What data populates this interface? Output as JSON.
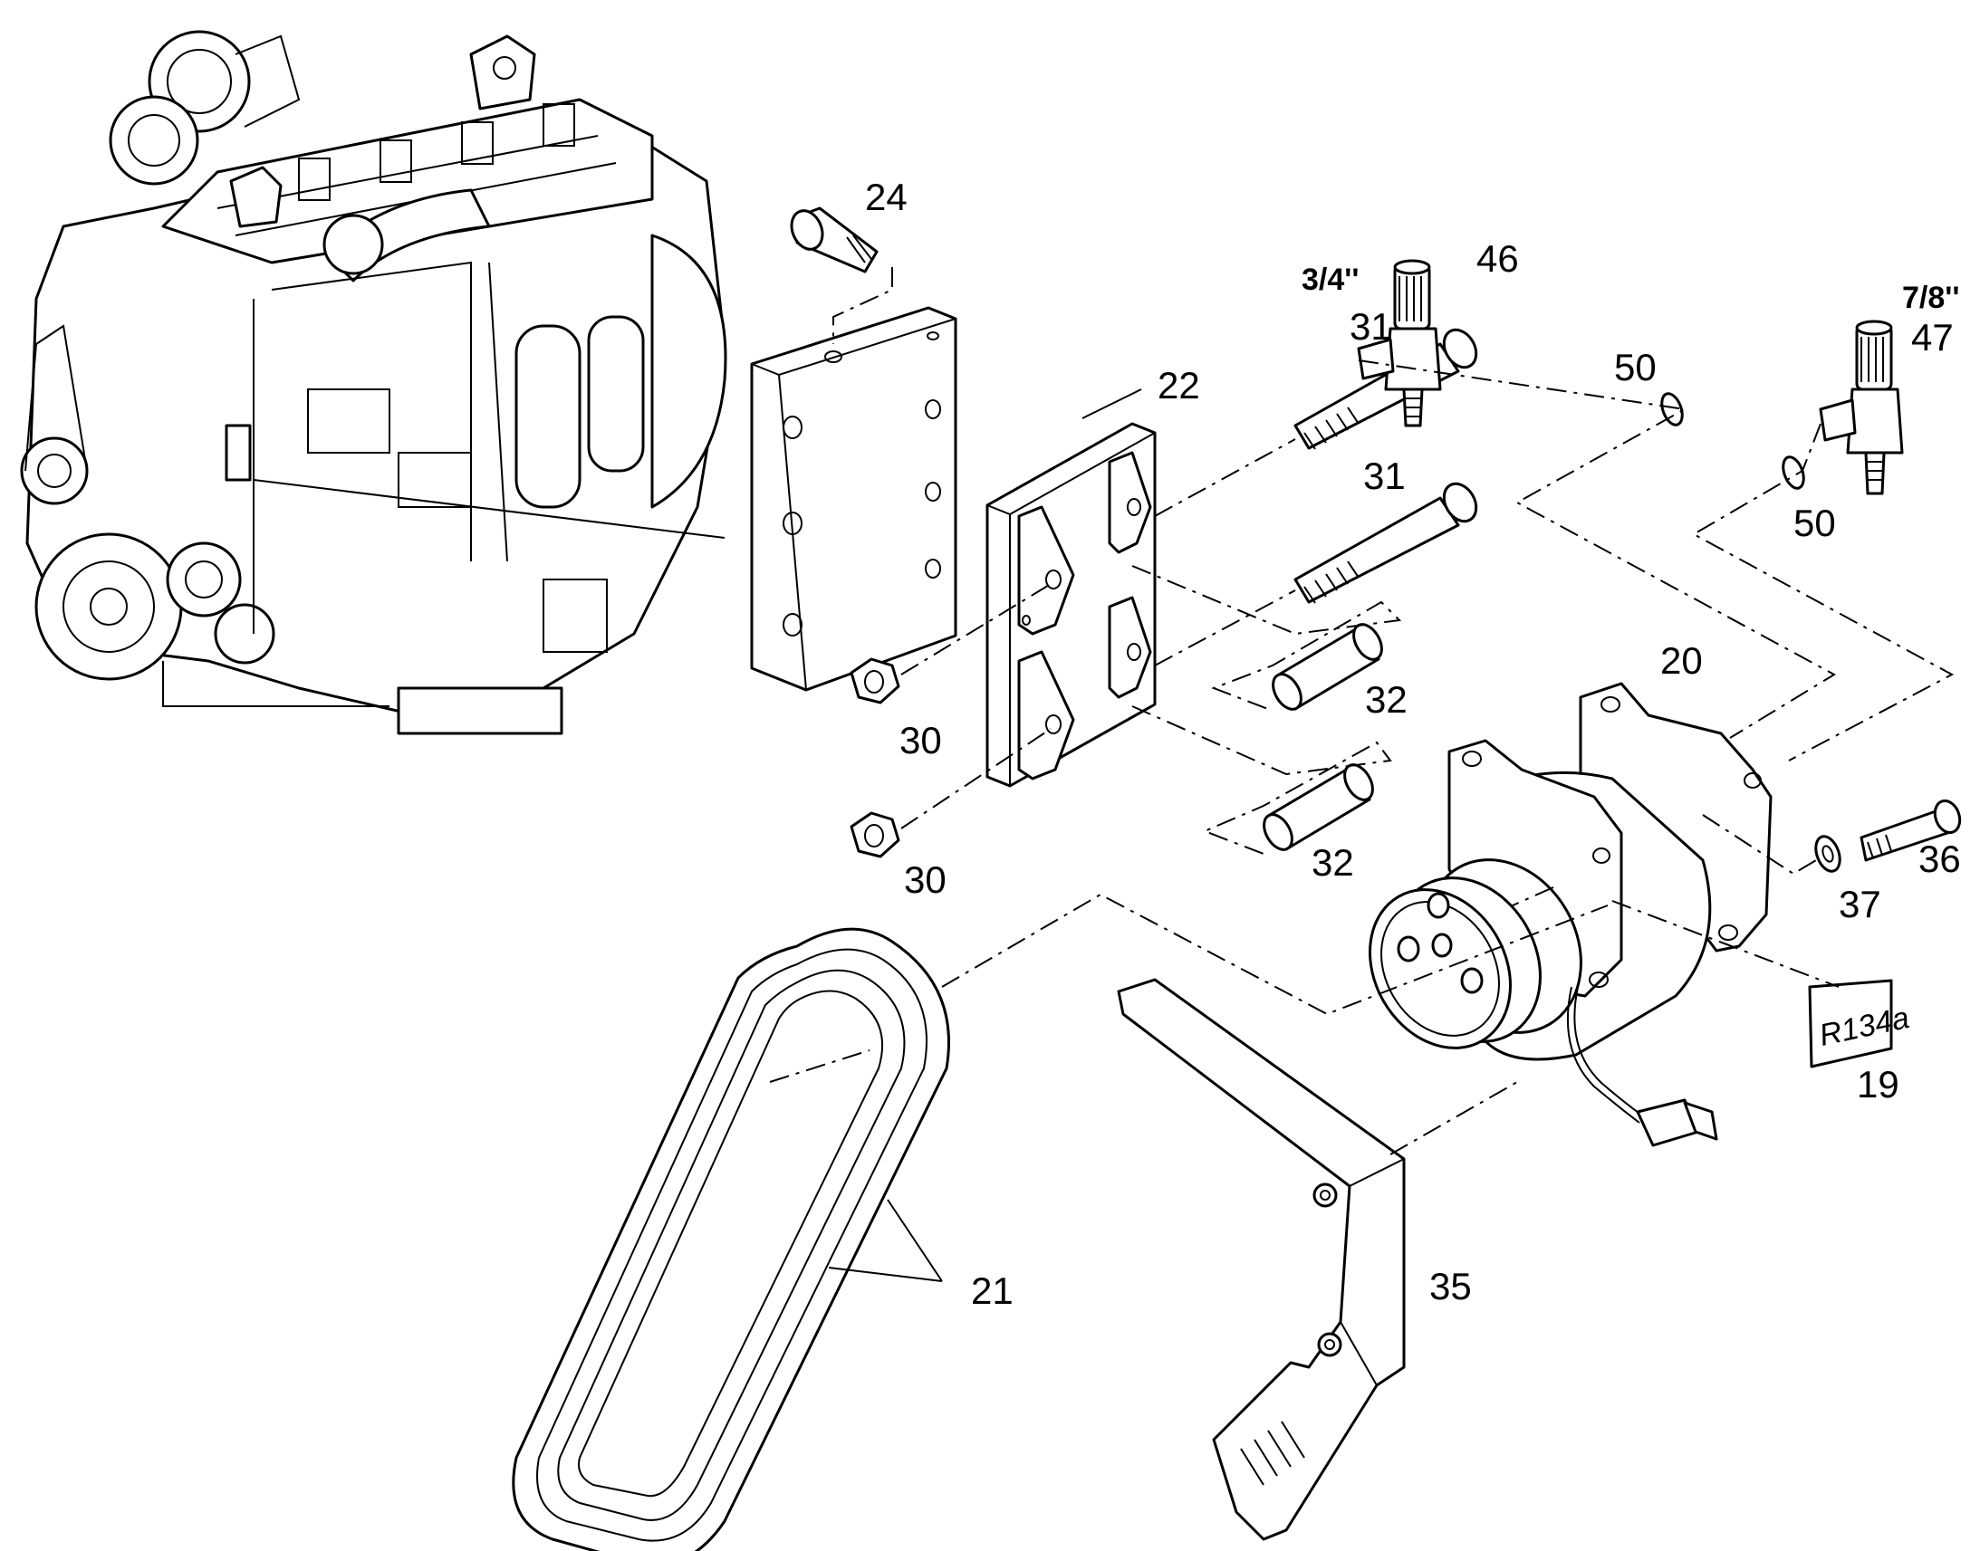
{
  "diagram": {
    "callouts": [
      {
        "id": "p24",
        "text": "24"
      },
      {
        "id": "p22",
        "text": "22"
      },
      {
        "id": "p31a",
        "text": "31"
      },
      {
        "id": "p31b",
        "text": "31"
      },
      {
        "id": "p46",
        "text": "46"
      },
      {
        "id": "p47",
        "text": "47"
      },
      {
        "id": "p50a",
        "text": "50"
      },
      {
        "id": "p50b",
        "text": "50"
      },
      {
        "id": "p20",
        "text": "20"
      },
      {
        "id": "p32a",
        "text": "32"
      },
      {
        "id": "p32b",
        "text": "32"
      },
      {
        "id": "p30a",
        "text": "30"
      },
      {
        "id": "p30b",
        "text": "30"
      },
      {
        "id": "p36",
        "text": "36"
      },
      {
        "id": "p37",
        "text": "37"
      },
      {
        "id": "p19",
        "text": "19"
      },
      {
        "id": "p21",
        "text": "21"
      },
      {
        "id": "p35",
        "text": "35"
      }
    ],
    "size_labels": {
      "valve_46": "3/4''",
      "valve_47": "7/8''"
    },
    "refrigerant_tag": "R134a"
  }
}
